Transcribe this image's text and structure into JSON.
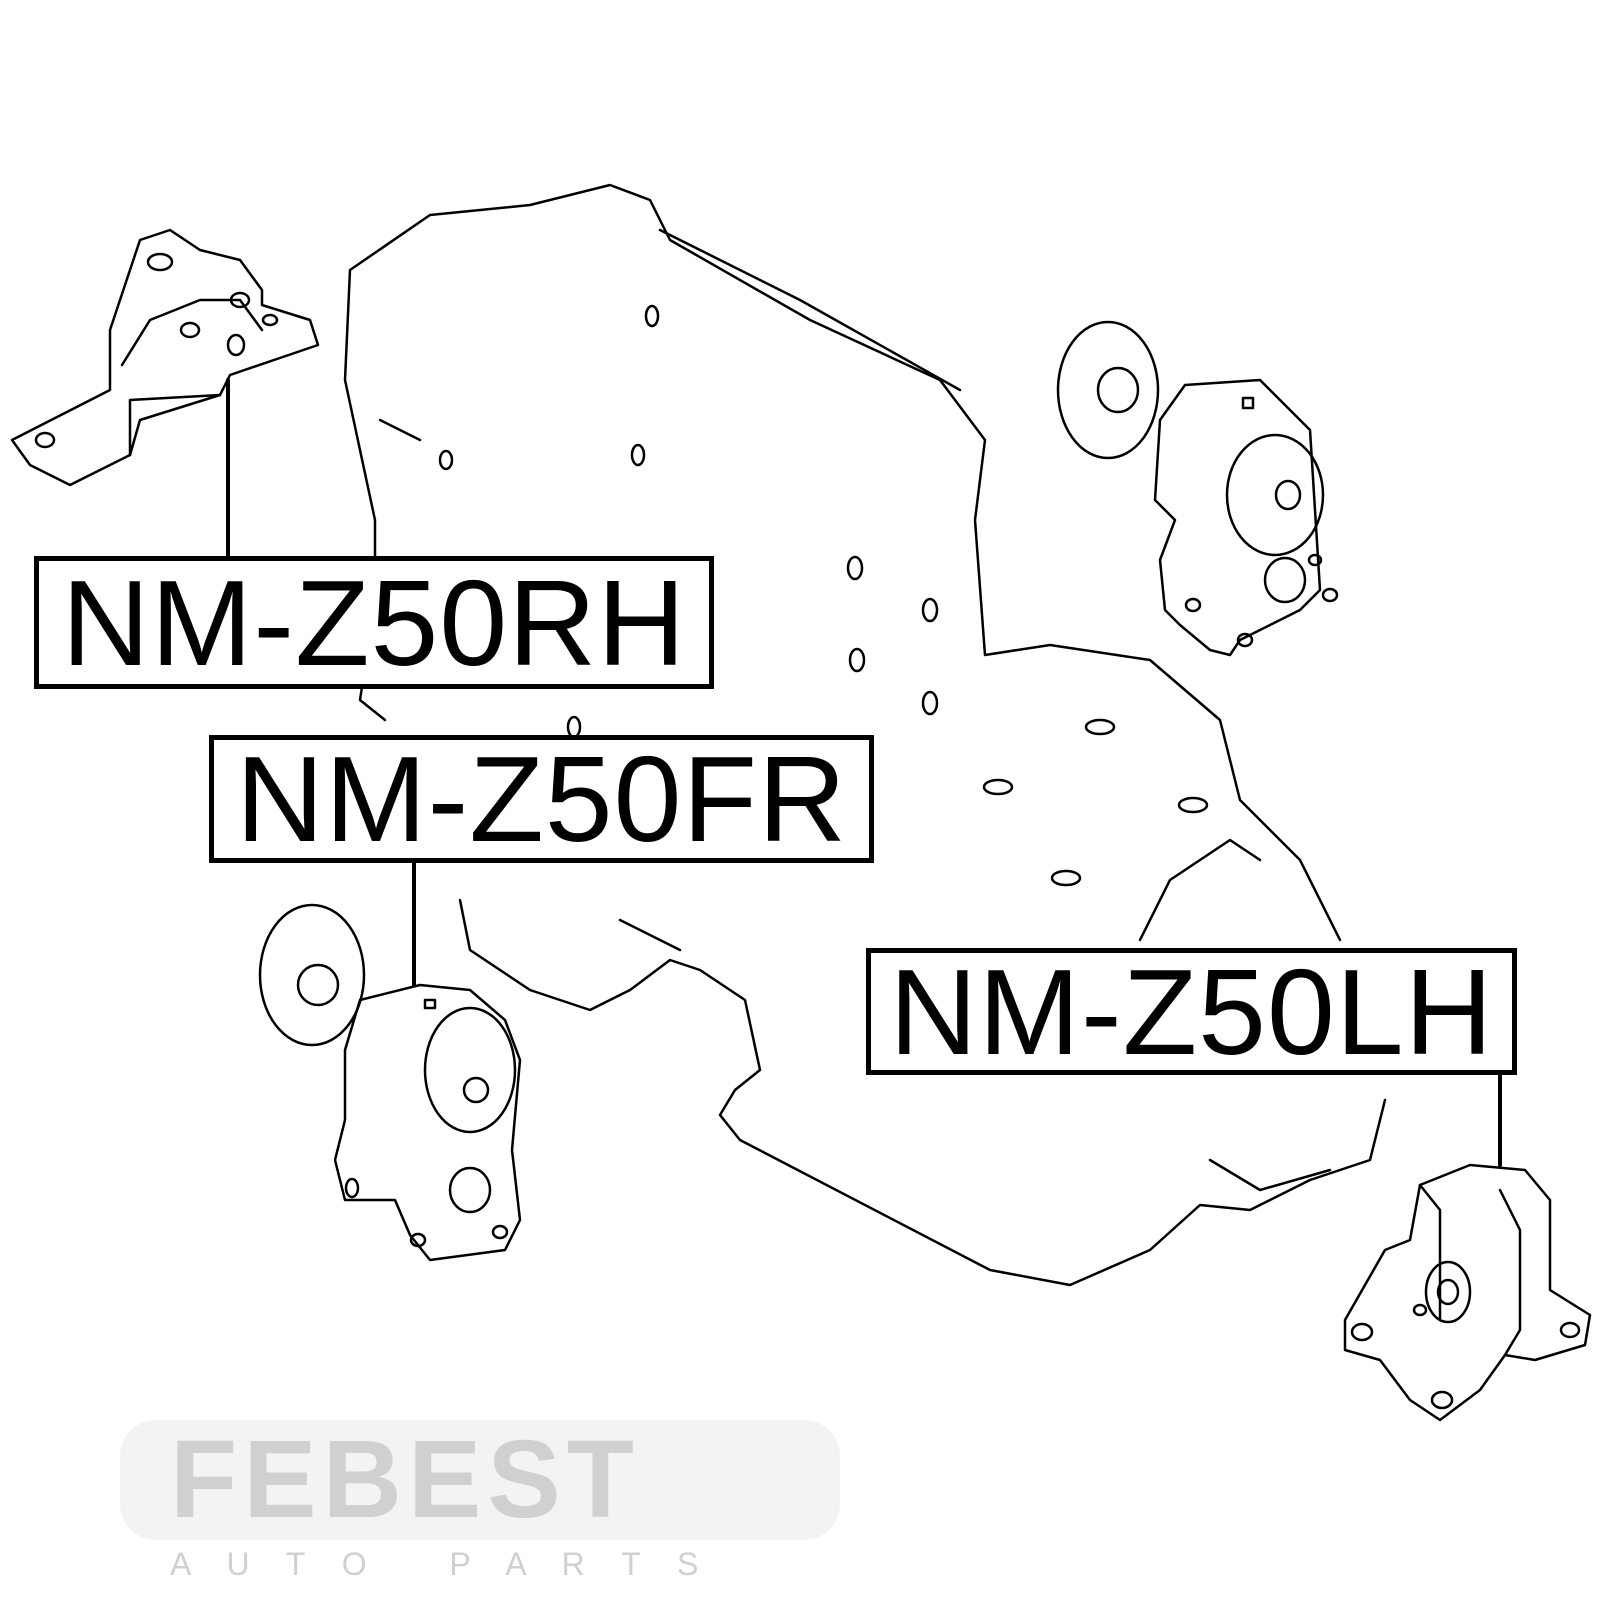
{
  "watermark": {
    "brand": "FEBEST",
    "tagline": "A U T O   P A R T S"
  },
  "labels": {
    "rh": "NM-Z50RH",
    "fr": "NM-Z50FR",
    "lh": "NM-Z50LH"
  }
}
